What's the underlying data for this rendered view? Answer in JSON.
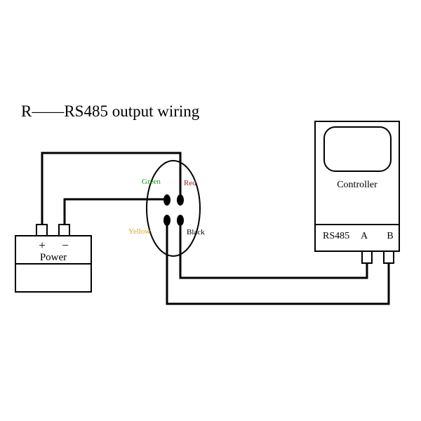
{
  "title": "R——RS485 output wiring",
  "power": {
    "plus_label": "+",
    "minus_label": "−",
    "name": "Power"
  },
  "connector": {
    "green": "Green",
    "red": "Red",
    "yellow": "Yellow",
    "black": "Black"
  },
  "controller": {
    "name": "Controller",
    "rs485_label": "RS485",
    "a_label": "A",
    "b_label": "B"
  },
  "colors": {
    "green": "#1a9a1a",
    "red": "#cc1111",
    "yellow": "#e8a317",
    "black": "#000000"
  }
}
